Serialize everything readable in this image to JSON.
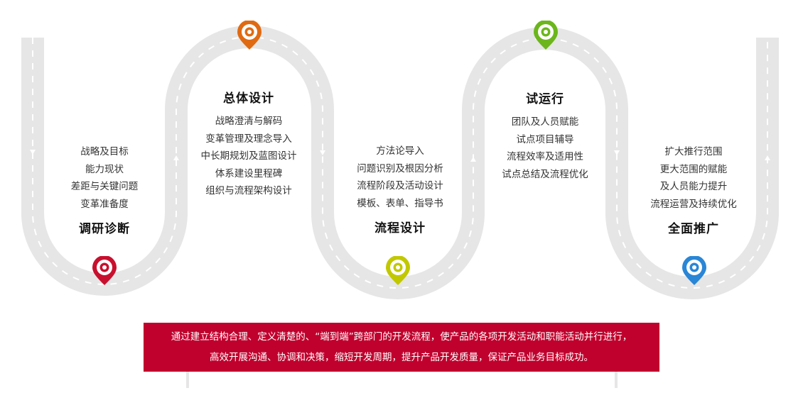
{
  "stages": [
    {
      "title": "调研诊断",
      "items": [
        "战略及目标",
        "能力现状",
        "差距与关键问题",
        "变革准备度"
      ],
      "color": "#c8102e"
    },
    {
      "title": "总体设计",
      "items": [
        "战略澄清与解码",
        "变革管理及理念导入",
        "中长期规划及蓝图设计",
        "体系建设里程碑",
        "组织与流程架构设计"
      ],
      "color": "#e06a12"
    },
    {
      "title": "流程设计",
      "items": [
        "方法论导入",
        "问题识别及根因分析",
        "流程阶段及活动设计",
        "模板、表单、指导书"
      ],
      "color": "#c2c800"
    },
    {
      "title": "试运行",
      "items": [
        "团队及人员赋能",
        "试点项目辅导",
        "流程效率及适用性",
        "试点总结及流程优化"
      ],
      "color": "#6cb61c"
    },
    {
      "title": "全面推广",
      "items": [
        "扩大推行范围",
        "更大范围的赋能",
        "及人员能力提升",
        "流程运营及持续优化"
      ],
      "color": "#2a86d6"
    }
  ],
  "banner": {
    "line1": "通过建立结构合理、定义清楚的、“端到端”跨部门的开发流程，使产品的各项开发活动和职能活动并行进行，",
    "line2": "高效开展沟通、协调和决策，缩短开发周期，提升产品开发质量，保证产品业务目标成功。"
  }
}
